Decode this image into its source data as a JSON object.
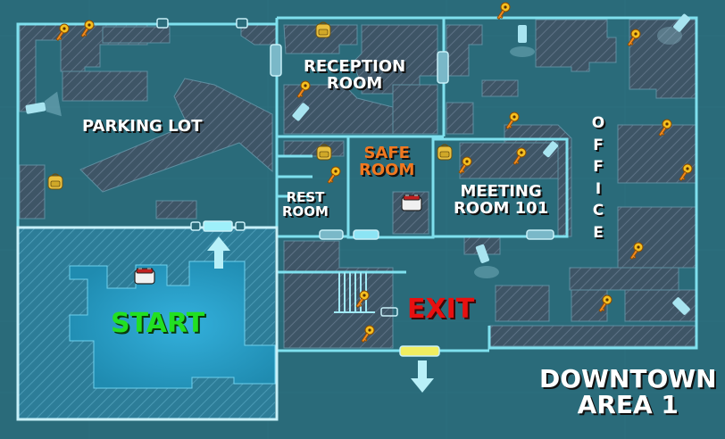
{
  "map": {
    "title_line1": "DOWNTOWN",
    "title_line2": "AREA 1",
    "rooms": {
      "parking_lot": "PARKING LOT",
      "reception_line1": "RECEPTION",
      "reception_line2": "ROOM",
      "safe_line1": "SAFE",
      "safe_line2": "ROOM",
      "rest_line1": "REST",
      "rest_line2": "ROOM",
      "meeting_line1": "MEETING",
      "meeting_line2": "ROOM 101",
      "office": "O F F I C E",
      "start": "START",
      "exit": "EXIT"
    },
    "colors": {
      "background": "#2a6b7a",
      "wall": "#7fe0ee",
      "start_zone": "#2aa0c8",
      "start_text": "#22e022",
      "exit_text": "#e81010",
      "safe_text": "#f07820",
      "key": "#f0a020",
      "exit_door": "#f0ee60"
    },
    "icons": {
      "key": "key-icon",
      "backpack": "backpack-icon",
      "medkit": "medkit-icon",
      "camera": "security-camera-icon",
      "arrow_up": "arrow-up-icon",
      "arrow_down": "arrow-down-icon"
    }
  }
}
